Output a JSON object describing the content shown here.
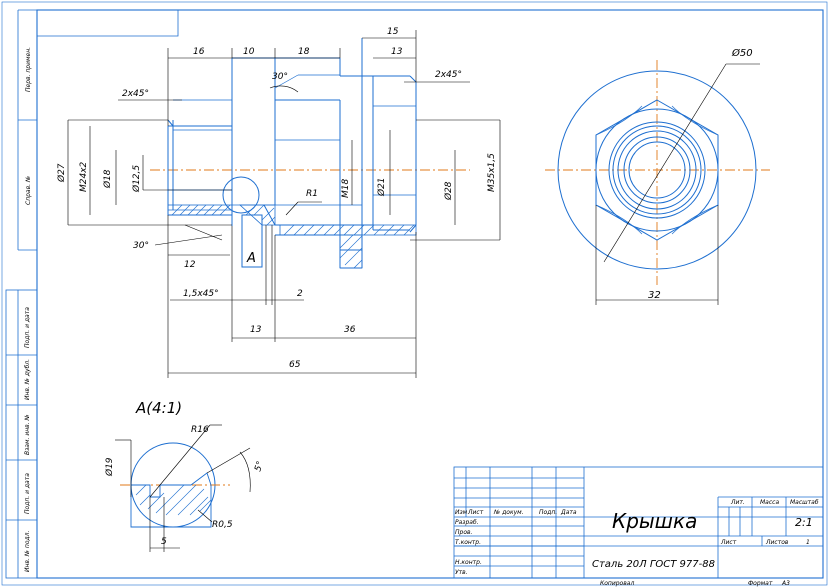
{
  "drawing": {
    "part_name": "Крышка",
    "material": "Сталь 20Л ГОСТ 977-88",
    "detail_view_label": "А(4:1)",
    "section_marker": "А",
    "scale": "2:1",
    "sheets_label": "Листов",
    "sheets_count": "1",
    "sheet_label": "Лист"
  },
  "dimensions": {
    "d16": "16",
    "d10": "10",
    "d18": "18",
    "d15": "15",
    "d13_top": "13",
    "angle30_top": "30°",
    "chamfer_left": "2x45°",
    "chamfer_right": "2x45°",
    "phi27": "Ø27",
    "m24": "M24x2",
    "phi18": "Ø18",
    "phi125": "Ø12,5",
    "r1": "R1",
    "m18": "M18",
    "phi21": "Ø21",
    "phi28": "Ø28",
    "m35": "M35x1,5",
    "angle30_bottom": "30°",
    "d12": "12",
    "chamfer15": "1,5x45°",
    "d2": "2",
    "d13_bottom": "13",
    "d36": "36",
    "d65": "65",
    "phi50": "Ø50",
    "d32": "32",
    "r16": "R16",
    "phi19": "Ø19",
    "r05": "R0,5",
    "d5": "5",
    "angle5": "5°"
  },
  "title_block": {
    "rows": [
      "Изм",
      "Лист",
      "№ докум.",
      "Подп.",
      "Дата"
    ],
    "roles": [
      "Разраб.",
      "Пров.",
      "Т.контр.",
      "Н.контр.",
      "Утв."
    ],
    "col_lit": "Лит.",
    "col_mass": "Масса",
    "col_scale": "Масштаб",
    "copied": "Копировал",
    "format": "Формат",
    "format_value": "А3"
  },
  "side_stamps": [
    "Перв. примен.",
    "Справ. №",
    "Подп. и дата",
    "Инв. № дубл.",
    "Взам. инв. №",
    "Подп. и дата",
    "Инв. № подл."
  ]
}
